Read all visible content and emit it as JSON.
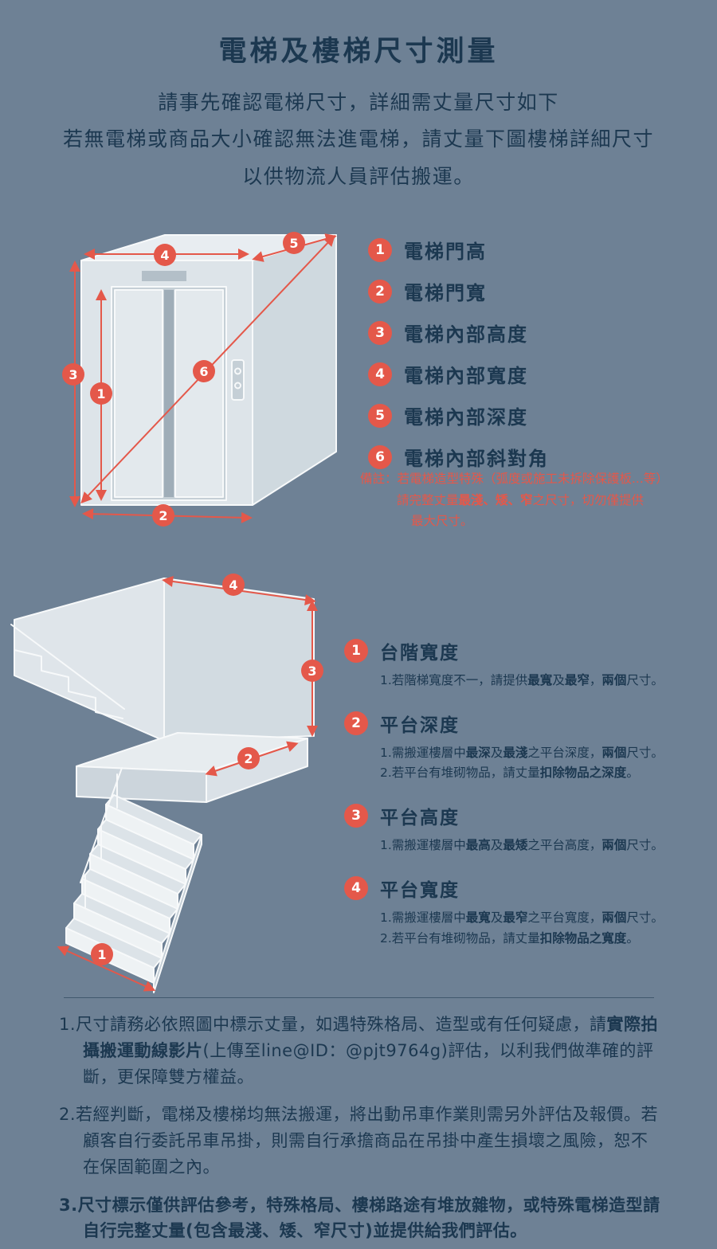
{
  "page": {
    "bg": "#6e8195",
    "text": "#1c3850",
    "accent": "#e4584a"
  },
  "header": {
    "title": "電梯及樓梯尺寸測量",
    "intro_lines": [
      "請事先確認電梯尺寸，詳細需丈量尺寸如下",
      "若無電梯或商品大小確認無法進電梯，請丈量下圖樓梯詳細尺寸",
      "以供物流人員評估搬運。"
    ]
  },
  "elevator": {
    "markers": [
      "1",
      "2",
      "3",
      "4",
      "5",
      "6"
    ],
    "legend": [
      {
        "num": "1",
        "label": "電梯門高"
      },
      {
        "num": "2",
        "label": "電梯門寬"
      },
      {
        "num": "3",
        "label": "電梯內部高度"
      },
      {
        "num": "4",
        "label": "電梯內部寬度"
      },
      {
        "num": "5",
        "label": "電梯內部深度"
      },
      {
        "num": "6",
        "label": "電梯內部斜對角"
      }
    ],
    "note_lines": [
      [
        {
          "t": "備註：若電梯造型特殊（弧度或施工未拆除保護板...等）"
        }
      ],
      [
        {
          "t": "請完整丈量"
        },
        {
          "t": "最淺、矮、窄",
          "b": true
        },
        {
          "t": "之尺寸，切勿僅提供"
        }
      ],
      [
        {
          "t": "最大尺寸。"
        }
      ]
    ]
  },
  "stairs": {
    "markers": [
      "1",
      "2",
      "3",
      "4"
    ],
    "legend": [
      {
        "num": "1",
        "title": "台階寬度",
        "subs": [
          [
            {
              "t": "1.若階梯寬度不一，請提供"
            },
            {
              "t": "最寬",
              "b": true
            },
            {
              "t": "及"
            },
            {
              "t": "最窄",
              "b": true
            },
            {
              "t": "，"
            },
            {
              "t": "兩個",
              "b": true
            },
            {
              "t": "尺寸。"
            }
          ]
        ]
      },
      {
        "num": "2",
        "title": "平台深度",
        "subs": [
          [
            {
              "t": "1.需搬運樓層中"
            },
            {
              "t": "最深",
              "b": true
            },
            {
              "t": "及"
            },
            {
              "t": "最淺",
              "b": true
            },
            {
              "t": "之平台深度，"
            },
            {
              "t": "兩個",
              "b": true
            },
            {
              "t": "尺寸。"
            }
          ],
          [
            {
              "t": "2.若平台有堆砌物品，請丈量"
            },
            {
              "t": "扣除物品之深度",
              "b": true
            },
            {
              "t": "。"
            }
          ]
        ]
      },
      {
        "num": "3",
        "title": "平台高度",
        "subs": [
          [
            {
              "t": "1.需搬運樓層中"
            },
            {
              "t": "最高",
              "b": true
            },
            {
              "t": "及"
            },
            {
              "t": "最矮",
              "b": true
            },
            {
              "t": "之平台高度，"
            },
            {
              "t": "兩個",
              "b": true
            },
            {
              "t": "尺寸。"
            }
          ]
        ]
      },
      {
        "num": "4",
        "title": "平台寬度",
        "subs": [
          [
            {
              "t": "1.需搬運樓層中"
            },
            {
              "t": "最寬",
              "b": true
            },
            {
              "t": "及"
            },
            {
              "t": "最窄",
              "b": true
            },
            {
              "t": "之平台寬度，"
            },
            {
              "t": "兩個",
              "b": true
            },
            {
              "t": "尺寸。"
            }
          ],
          [
            {
              "t": "2.若平台有堆砌物品，請丈量"
            },
            {
              "t": "扣除物品之寬度",
              "b": true
            },
            {
              "t": "。"
            }
          ]
        ]
      }
    ]
  },
  "footer": {
    "notes": [
      [
        {
          "t": "1.尺寸請務必依照圖中標示丈量，如遇特殊格局、造型或有任何疑慮，請"
        },
        {
          "t": "實際拍攝搬運動線影片",
          "b": true
        },
        {
          "t": "(上傳至line@ID：@pjt9764g)評估，以利我們做準確的評斷，更保障雙方權益。"
        }
      ],
      [
        {
          "t": "2.若經判斷，電梯及樓梯均無法搬運，將出動吊車作業則需另外評估及報價。若顧客自行委託吊車吊掛，則需自行承擔商品在吊掛中產生損壞之風險，恕不在保固範圍之內。"
        }
      ],
      [
        {
          "t": "3.尺寸標示僅供評估參考，特殊格局、樓梯路途有堆放雜物，或特殊電梯造型請自行完整丈量(包含最淺、矮、窄尺寸)並提供給我們評估。",
          "b": true
        }
      ]
    ]
  }
}
